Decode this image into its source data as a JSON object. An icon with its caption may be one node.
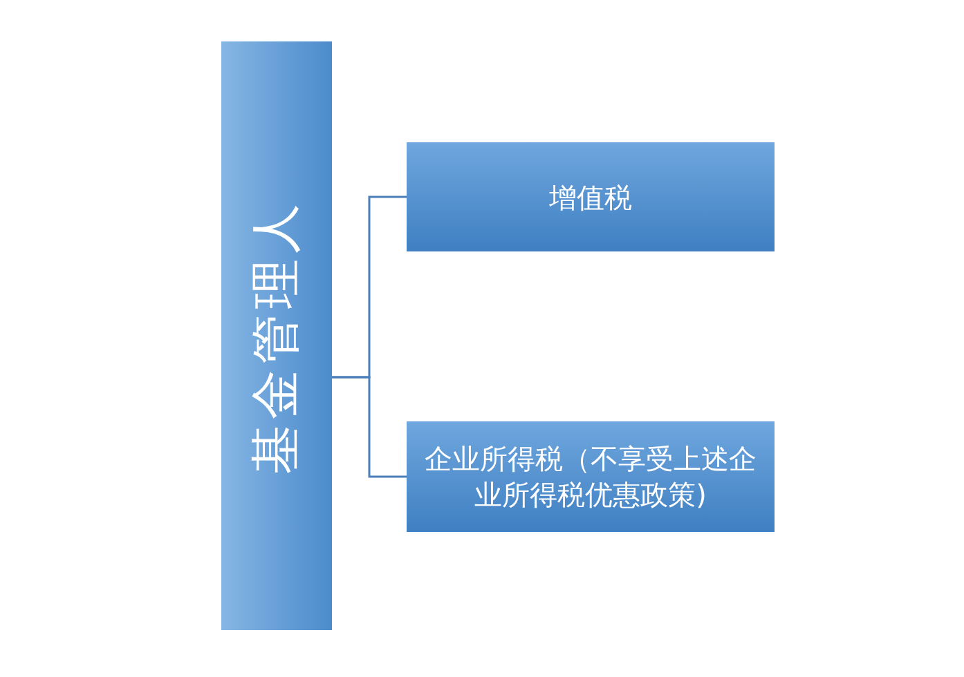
{
  "diagram": {
    "nodes": [
      {
        "text": [
          "基金管理人"
        ]
      },
      {
        "text": [
          "增值税"
        ]
      },
      {
        "text": [
          "企业所得税（不享受上述企业所得税优惠政策)"
        ]
      }
    ],
    "edges": [
      {
        "from": 0,
        "to": 1,
        "arrow": "none"
      },
      {
        "from": 0,
        "to": 2,
        "arrow": "none"
      }
    ]
  }
}
